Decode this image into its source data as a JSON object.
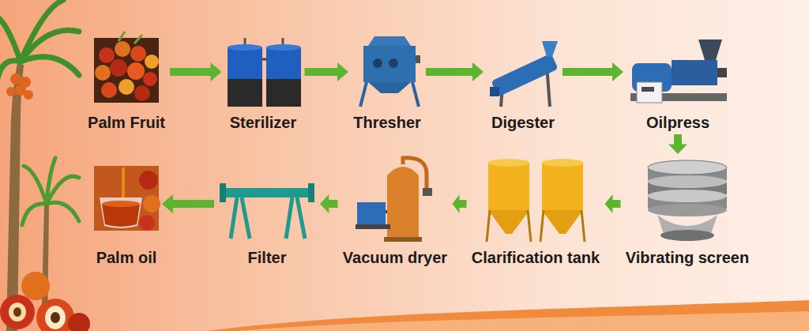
{
  "diagram": {
    "nodes": [
      {
        "text": [
          "Palm Fruit"
        ]
      },
      {
        "text": [
          "Sterilizer"
        ]
      },
      {
        "text": [
          "Thresher"
        ]
      },
      {
        "text": [
          "Digester"
        ]
      },
      {
        "text": [
          "Oilpress"
        ]
      },
      {
        "text": [
          "Vibrating screen"
        ]
      },
      {
        "text": [
          "Clarification tank"
        ]
      },
      {
        "text": [
          "Vacuum dryer"
        ]
      },
      {
        "text": [
          "Filter"
        ]
      },
      {
        "text": [
          "Palm oil"
        ]
      }
    ],
    "edges": [
      {
        "from": 0,
        "to": 1,
        "arrow": "to"
      },
      {
        "from": 1,
        "to": 2,
        "arrow": "to"
      },
      {
        "from": 2,
        "to": 3,
        "arrow": "to"
      },
      {
        "from": 3,
        "to": 4,
        "arrow": "to"
      },
      {
        "from": 4,
        "to": 5,
        "arrow": "to"
      },
      {
        "from": 5,
        "to": 6,
        "arrow": "to"
      },
      {
        "from": 6,
        "to": 7,
        "arrow": "to"
      },
      {
        "from": 7,
        "to": 8,
        "arrow": "to"
      },
      {
        "from": 8,
        "to": 9,
        "arrow": "to"
      }
    ]
  }
}
